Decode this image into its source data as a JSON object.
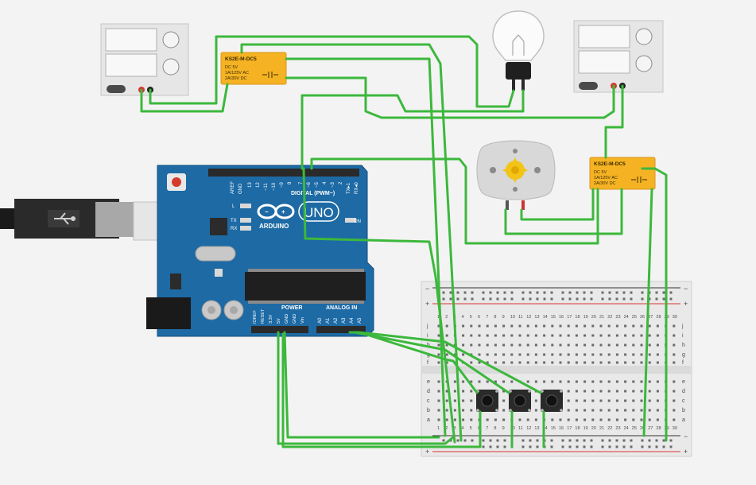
{
  "arduino": {
    "logo_text": "ARDUINO",
    "model": "UNO",
    "digital_label": "DIGITAL (PWM~)",
    "power_label": "POWER",
    "analog_label": "ANALOG IN",
    "on_label": "ON",
    "led_labels": [
      "L",
      "TX",
      "RX"
    ],
    "top_pins": [
      "AREF",
      "GND",
      "13",
      "12",
      "~11",
      "~10",
      "~9",
      "8",
      "7",
      "~6",
      "~5",
      "4",
      "~3",
      "2",
      "TX▸1",
      "RX◂0"
    ],
    "power_pins": [
      "IOREF",
      "RESET",
      "3.3V",
      "5V",
      "GND",
      "GND",
      "Vin"
    ],
    "analog_pins": [
      "A0",
      "A1",
      "A2",
      "A3",
      "A4",
      "A5"
    ]
  },
  "relays": [
    {
      "part": "KS2E-M-DC5",
      "coil": "DC 5V",
      "ac": "1A/125V AC",
      "dc": "2A/30V DC"
    },
    {
      "part": "KS2E-M-DC5",
      "coil": "DC 5V",
      "ac": "1A/125V AC",
      "dc": "2A/30V DC"
    }
  ],
  "breadboard": {
    "row_letters_top": [
      "j",
      "i",
      "h",
      "g",
      "f"
    ],
    "row_letters_bottom": [
      "e",
      "d",
      "c",
      "b",
      "a"
    ],
    "column_numbers": [
      "1",
      "2",
      "3",
      "4",
      "5",
      "6",
      "7",
      "8",
      "9",
      "10",
      "11",
      "12",
      "13",
      "14",
      "15",
      "16",
      "17",
      "18",
      "19",
      "20",
      "21",
      "22",
      "23",
      "24",
      "25",
      "26",
      "27",
      "28",
      "29",
      "30"
    ],
    "rail_plus": "+",
    "rail_minus": "−"
  },
  "power_supplies": [
    {
      "name": "left-power-supply"
    },
    {
      "name": "right-power-supply"
    }
  ],
  "colors": {
    "wire": "#3cb83c",
    "arduino_board": "#1d6aa5",
    "relay": "#f5b324",
    "background": "#f3f3f3"
  }
}
